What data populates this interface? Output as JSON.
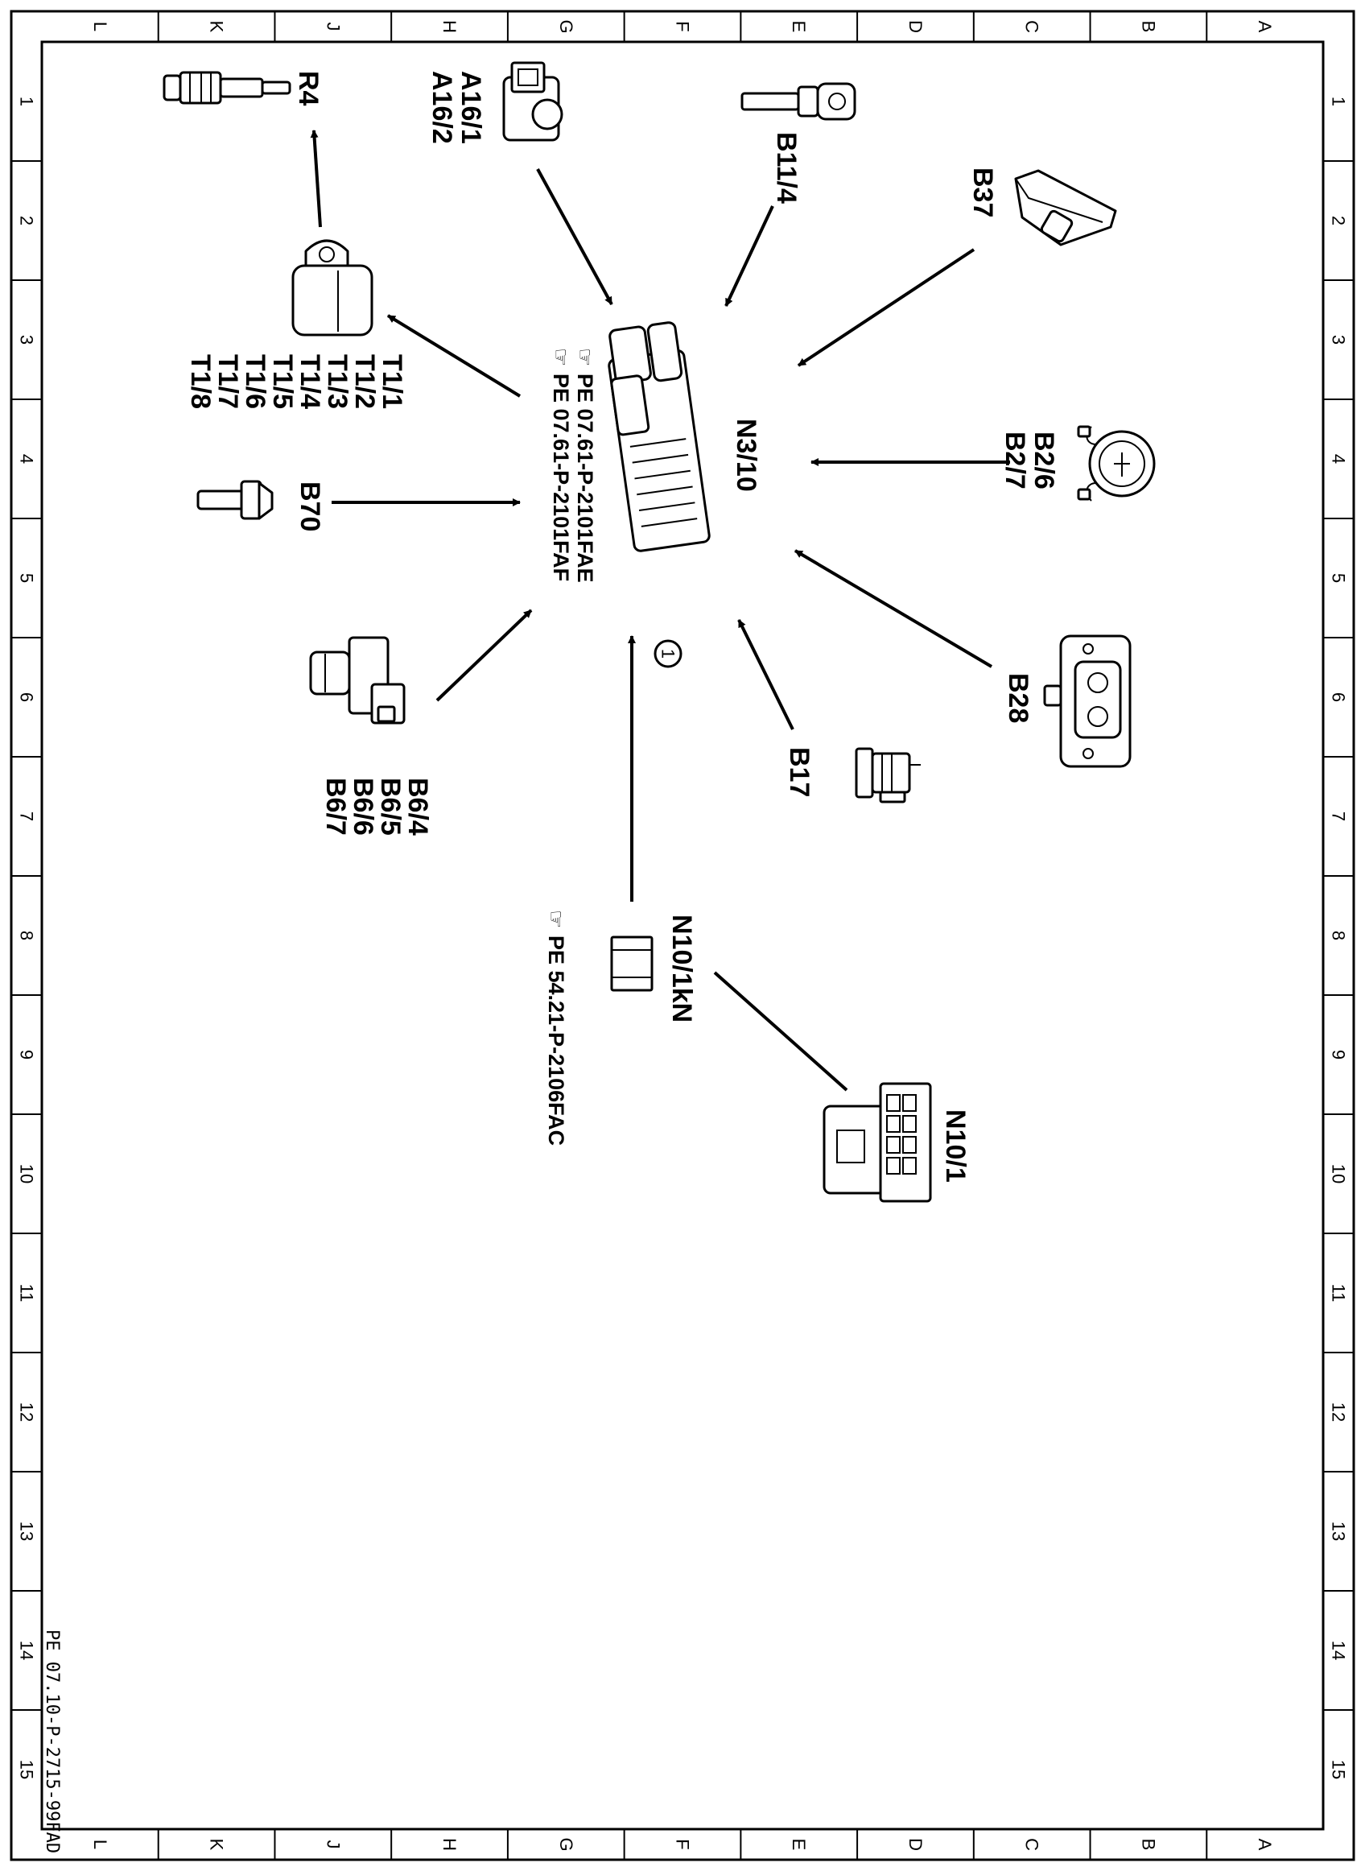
{
  "frame": {
    "letters": [
      "L",
      "K",
      "J",
      "H",
      "G",
      "F",
      "E",
      "D",
      "C",
      "B",
      "A"
    ],
    "numbers": [
      "1",
      "2",
      "3",
      "4",
      "5",
      "6",
      "7",
      "8",
      "9",
      "10",
      "11",
      "12",
      "13",
      "14",
      "15"
    ],
    "doc_id": "PE 07.10-P-2715-99FAD"
  },
  "components": {
    "n3_10": "N3/10",
    "r4": "R4",
    "a16": [
      "A16/1",
      "A16/2"
    ],
    "b11_4": "B11/4",
    "b37": "B37",
    "b2": [
      "B2/6",
      "B2/7"
    ],
    "b28": "B28",
    "b17": "B17",
    "b70": "B70",
    "b6": [
      "B6/4",
      "B6/5",
      "B6/6",
      "B6/7"
    ],
    "t1": [
      "T1/1",
      "T1/2",
      "T1/3",
      "T1/4",
      "T1/5",
      "T1/6",
      "T1/7",
      "T1/8"
    ],
    "n10_1kn": "N10/1kN",
    "n10_1": "N10/1"
  },
  "references": {
    "ecu_refs": [
      "PE  07.61-P-2101FAE",
      "PE  07.61-P-2101FAF"
    ],
    "relay_ref": "PE  54.21-P-2106FAC"
  },
  "markers": {
    "circle_1": "1"
  }
}
